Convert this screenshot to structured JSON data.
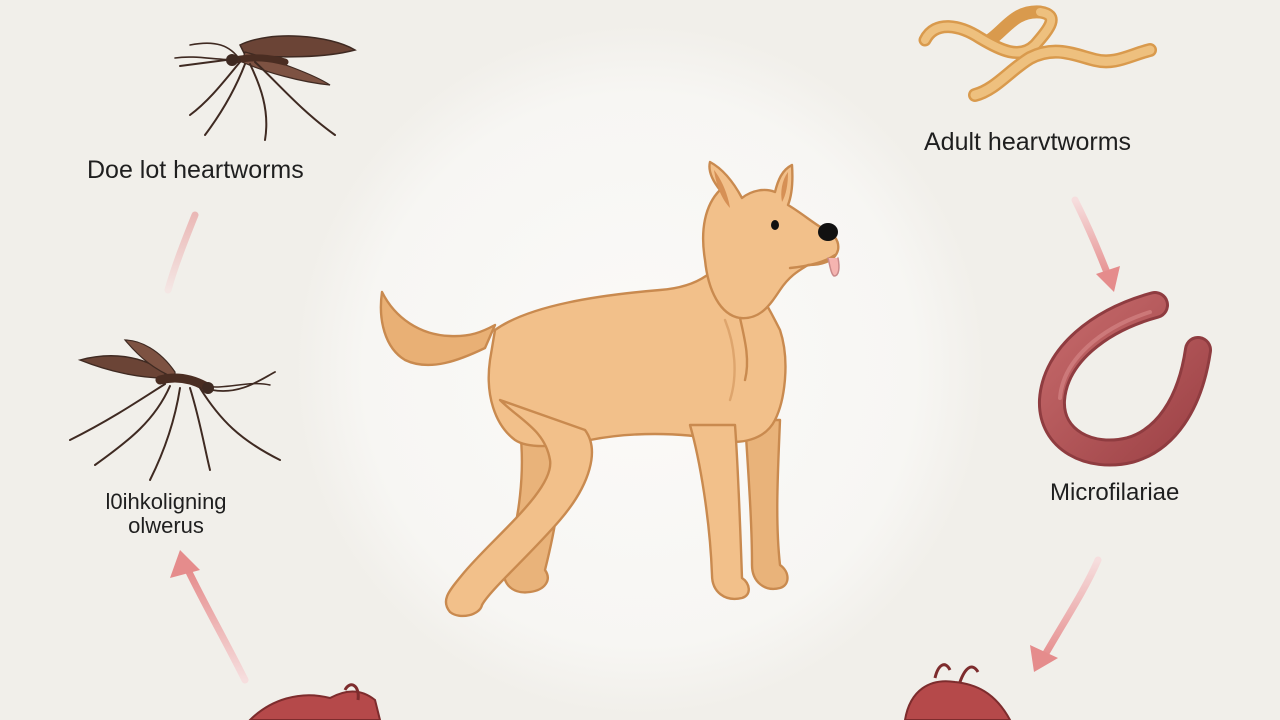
{
  "diagram": {
    "labels": {
      "top_left": "Doe lot heartworms",
      "top_right": "Adult hearvtworms",
      "mid_right": "Microfilariae",
      "mid_left_line1": "l0ihkoligning",
      "mid_left_line2": "olwerus"
    },
    "colors": {
      "background": "#f1efea",
      "center_disc": "#f8f7f4",
      "dog_fill": "#f2c08a",
      "dog_outline": "#c98a4f",
      "arrow": "#e9a6a6",
      "mosquito": "#5e3a2a",
      "worm_adult": "#e7b46b",
      "worm_micro": "#b8585b"
    }
  }
}
